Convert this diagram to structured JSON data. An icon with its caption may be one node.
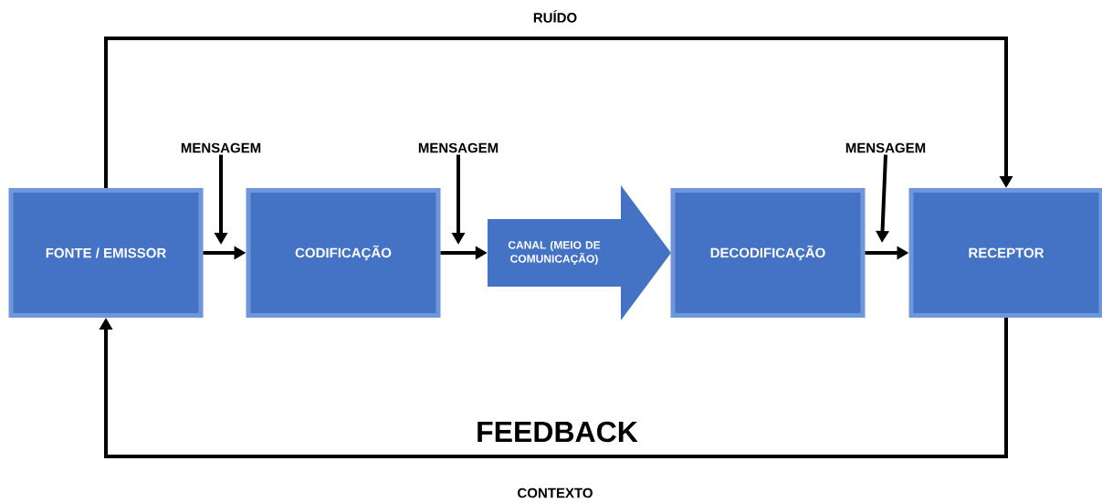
{
  "diagram": {
    "nodes": [
      {
        "text": [
          "FONTE / EMISSOR"
        ]
      },
      {
        "text": [
          "CODIFICAÇÃO"
        ]
      },
      {
        "text": [
          "CANAL (MEIO DE COMUNICAÇÃO)"
        ]
      },
      {
        "text": [
          "DECODIFICAÇÃO"
        ]
      },
      {
        "text": [
          "RECEPTOR"
        ]
      },
      {
        "text": [
          "MENSAGEM"
        ]
      },
      {
        "text": [
          "MENSAGEM"
        ]
      },
      {
        "text": [
          "MENSAGEM"
        ]
      }
    ],
    "edges": [
      {
        "from": 0,
        "to": 1,
        "arrow": "to"
      },
      {
        "from": 1,
        "to": 2,
        "arrow": "to"
      },
      {
        "from": 3,
        "to": 4,
        "arrow": "to"
      },
      {
        "from": 0,
        "to": 4,
        "arrow": "to",
        "label": "RUÍDO"
      },
      {
        "from": 4,
        "to": 0,
        "arrow": "to",
        "label": "FEEDBACK"
      },
      {
        "from": 5,
        "to": null,
        "arrow": "to"
      },
      {
        "from": 6,
        "to": null,
        "arrow": "to"
      },
      {
        "from": 7,
        "to": null,
        "arrow": "to"
      }
    ],
    "labels": [
      "CONTEXTO"
    ]
  }
}
